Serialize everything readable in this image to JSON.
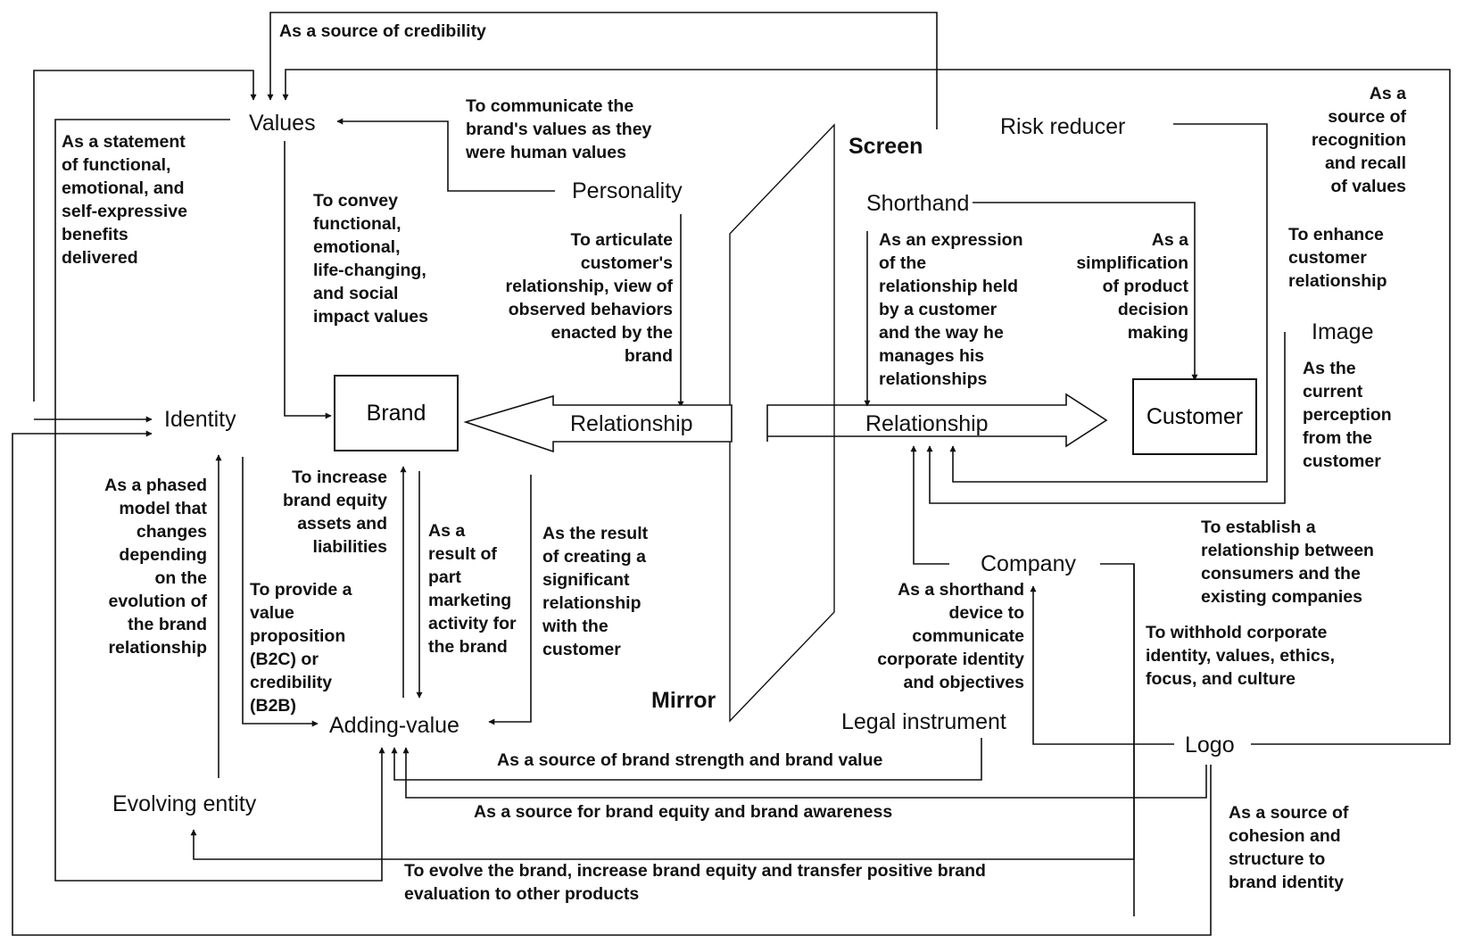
{
  "nodes": {
    "values": "Values",
    "identity": "Identity",
    "brand": "Brand",
    "personality": "Personality",
    "relationship_left": "Relationship",
    "relationship_right": "Relationship",
    "screen": "Screen",
    "mirror": "Mirror",
    "risk_reducer": "Risk reducer",
    "shorthand": "Shorthand",
    "customer": "Customer",
    "image": "Image",
    "company": "Company",
    "legal_instrument": "Legal instrument",
    "logo": "Logo",
    "adding_value": "Adding-value",
    "evolving_entity": "Evolving  entity"
  },
  "annotations": {
    "source_of_credibility": [
      "As a source of credibility"
    ],
    "communicate_values": [
      "To communicate the",
      "brand's values as they",
      "were human values"
    ],
    "statement_of_benefits": [
      "As a statement",
      "of functional,",
      "emotional, and",
      "self-expressive",
      "benefits",
      "delivered"
    ],
    "convey_values": [
      "To convey",
      "functional,",
      "emotional,",
      "life-changing,",
      "and social",
      "impact values"
    ],
    "articulate_relationship": [
      "To articulate",
      "customer's",
      "relationship, view of",
      "observed behaviors",
      "enacted by the",
      "brand"
    ],
    "expression_of_relationship": [
      "As an expression",
      "of the",
      "relationship held",
      "by a customer",
      "and the way he",
      "manages his",
      "relationships"
    ],
    "simplification": [
      "As a",
      "simplification",
      "of product",
      "decision",
      "making"
    ],
    "recognition_recall": [
      "As a",
      "source of",
      "recognition",
      "and recall",
      "of values"
    ],
    "enhance_relationship": [
      "To enhance",
      "customer",
      "relationship"
    ],
    "current_perception": [
      "As the",
      "current",
      "perception",
      "from the",
      "customer"
    ],
    "phased_model": [
      "As a phased",
      "model that",
      "changes",
      "depending",
      "on the",
      "evolution of",
      "the brand",
      "relationship"
    ],
    "increase_equity": [
      "To increase",
      "brand equity",
      "assets and",
      "liabilities"
    ],
    "result_of_marketing": [
      "As a",
      "result of",
      "part",
      "marketing",
      "activity for",
      "the brand"
    ],
    "result_of_relationship": [
      "As the result",
      "of creating a",
      "significant",
      "relationship",
      "with the",
      "customer"
    ],
    "value_proposition": [
      "To provide a",
      "value",
      "proposition",
      "(B2C) or",
      "credibility",
      "(B2B)"
    ],
    "establish_relationship": [
      "To establish a",
      "relationship between",
      "consumers and the",
      "existing companies"
    ],
    "withhold_identity": [
      "To withhold corporate",
      "identity, values, ethics,",
      "focus, and culture"
    ],
    "shorthand_device": [
      "As a shorthand",
      "device to",
      "communicate",
      "corporate identity",
      "and objectives"
    ],
    "strength_and_value": [
      "As a source of brand strength and brand value"
    ],
    "equity_and_awareness": [
      "As a source for brand equity and brand awareness"
    ],
    "evolve_brand": [
      "To evolve the brand, increase brand equity and transfer positive brand",
      "evaluation to other products"
    ],
    "cohesion_structure": [
      "As a source of",
      "cohesion and",
      "structure to",
      "brand identity"
    ]
  }
}
